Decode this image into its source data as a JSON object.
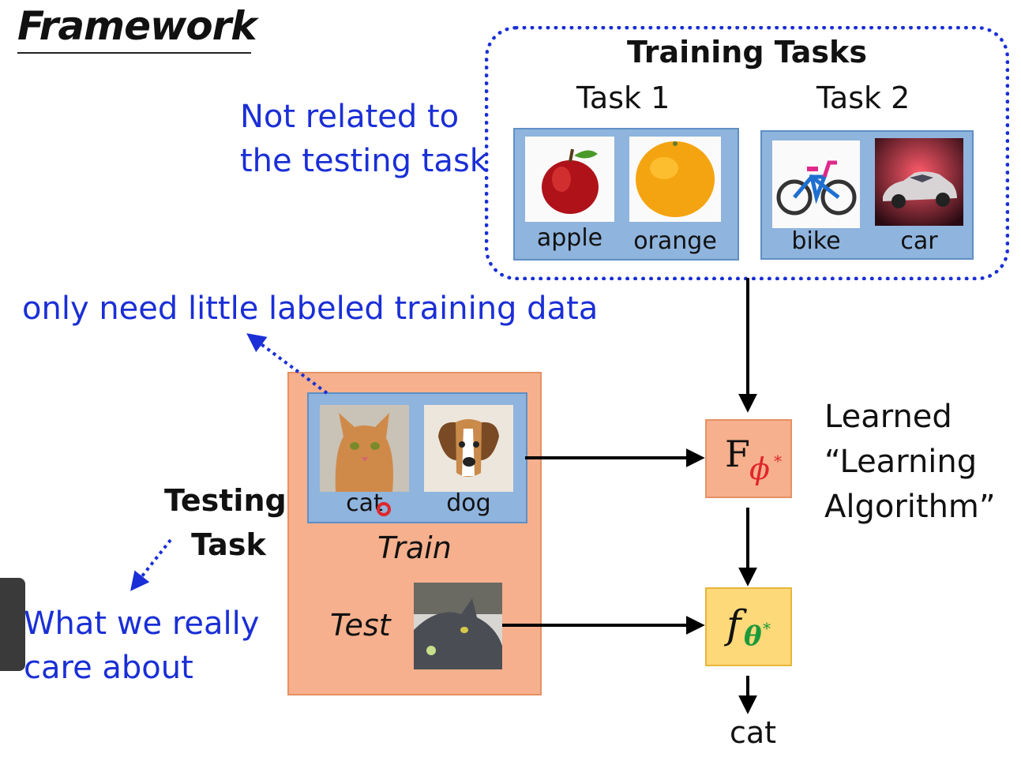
{
  "title": "Framework",
  "training": {
    "header": "Training Tasks",
    "tasks": [
      {
        "label": "Task 1",
        "items": [
          {
            "caption": "apple",
            "image": "apple-image"
          },
          {
            "caption": "orange",
            "image": "orange-image"
          }
        ]
      },
      {
        "label": "Task 2",
        "items": [
          {
            "caption": "bike",
            "image": "bike-image"
          },
          {
            "caption": "car",
            "image": "car-image"
          }
        ]
      }
    ]
  },
  "notes": {
    "not_related": [
      "Not related to",
      "the testing task"
    ],
    "little_data": "only need little labeled training data",
    "care_about": [
      "What we really",
      "care about"
    ]
  },
  "testing_task": {
    "label": [
      "Testing",
      "Task"
    ],
    "train_label": "Train",
    "test_label": "Test",
    "train_items": [
      {
        "caption": "cat",
        "image": "cat-image"
      },
      {
        "caption": "dog",
        "image": "dog-image"
      }
    ],
    "test_image": "gray-cat-image"
  },
  "meta_learner": {
    "symbol": "F",
    "subscript": "ϕ",
    "superscript": "*"
  },
  "learned_function": {
    "symbol": "f",
    "subscript": "θ",
    "superscript": "*"
  },
  "learned_caption": [
    "Learned",
    "“Learning",
    "Algorithm”"
  ],
  "output": "cat",
  "colors": {
    "note_blue": "#1a2fd6",
    "task_box": "#8fb4dd",
    "test_box": "#f6b08d",
    "f_box": "#fed97a",
    "phi_red": "#e0262a",
    "theta_green": "#1a9a3a"
  }
}
